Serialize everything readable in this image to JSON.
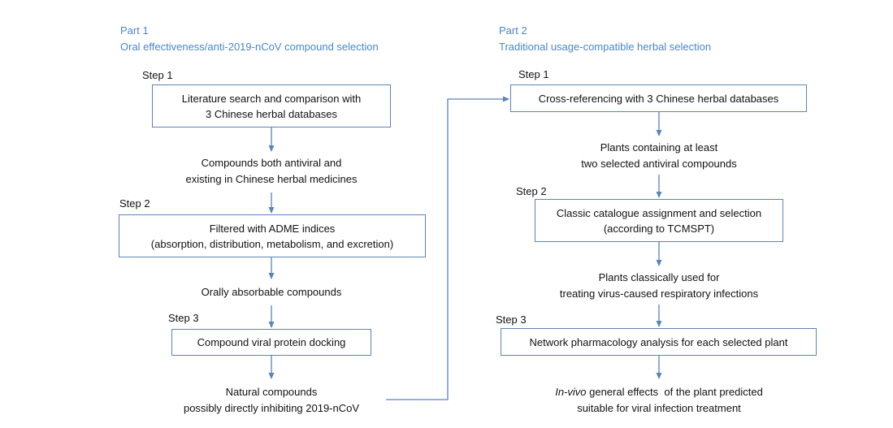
{
  "part1": {
    "label": "Part 1",
    "title": "Oral effectiveness/anti-2019-nCoV compound selection",
    "steps": [
      {
        "label": "Step 1",
        "box": [
          "Literature search and comparison with",
          "3 Chinese herbal databases"
        ],
        "output": [
          "Compounds both antiviral and",
          "existing in Chinese herbal medicines"
        ]
      },
      {
        "label": "Step 2",
        "box": [
          "Filtered with ADME indices",
          "(absorption, distribution, metabolism, and excretion)"
        ],
        "output": [
          "Orally absorbable compounds"
        ]
      },
      {
        "label": "Step 3",
        "box": [
          "Compound viral protein docking"
        ],
        "output": [
          "Natural compounds",
          "possibly directly inhibiting 2019-nCoV"
        ]
      }
    ]
  },
  "part2": {
    "label": "Part 2",
    "title": "Traditional usage-compatible herbal selection",
    "steps": [
      {
        "label": "Step 1",
        "box": [
          "Cross-referencing with 3 Chinese herbal databases"
        ],
        "output": [
          "Plants containing at least",
          "two selected antiviral compounds"
        ]
      },
      {
        "label": "Step 2",
        "box": [
          "Classic catalogue assignment and selection",
          "(according to TCMSPT)"
        ],
        "output": [
          "Plants classically used for",
          "treating virus-caused respiratory infections"
        ]
      },
      {
        "label": "Step 3",
        "box": [
          "Network pharmacology analysis for each selected plant"
        ],
        "output_italic": "In-vivo",
        "output": [
          " general effects  of the plant predicted",
          "suitable for viral infection treatment"
        ]
      }
    ]
  },
  "colors": {
    "heading": "#4a86c8",
    "box_border": "#5b84b8",
    "arrow": "#5b84b8",
    "text": "#111111"
  }
}
